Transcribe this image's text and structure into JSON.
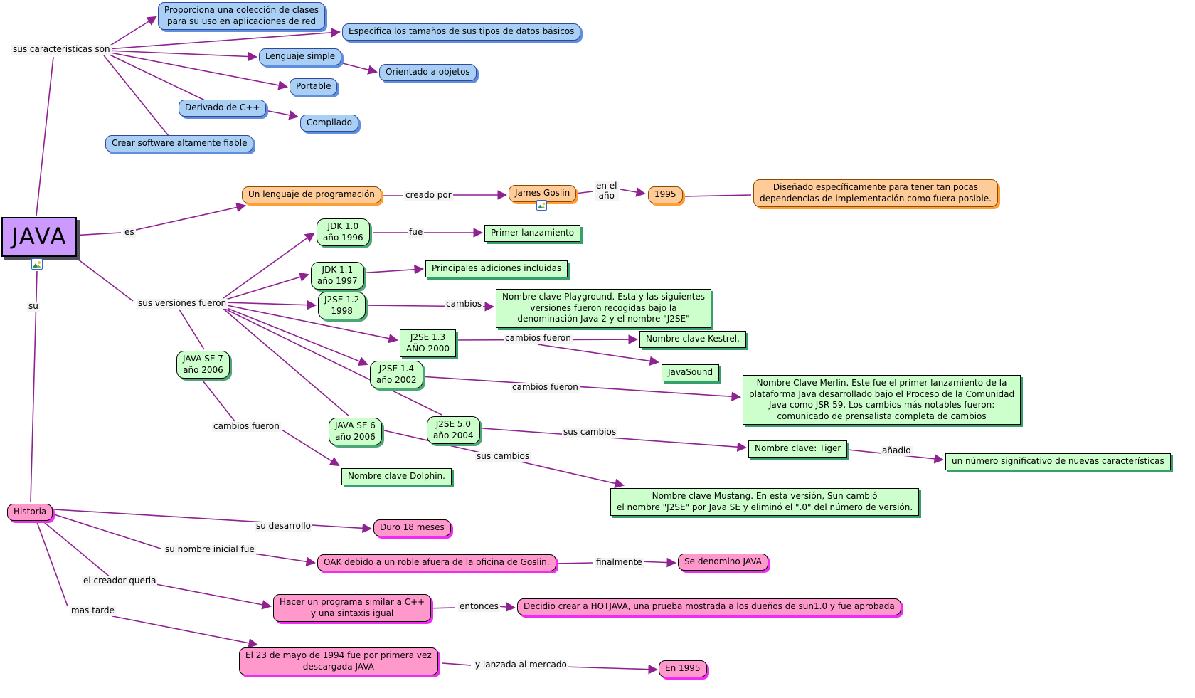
{
  "colors": {
    "line": "#8F2190",
    "blue_node": "#A9CFF5",
    "orange_node": "#FFCC99",
    "green_node": "#CCFFCC",
    "pink_node": "#FF99CC",
    "purple_node": "#CC99FF",
    "pink_shadow": "#F22BF2",
    "green_shadow": "#4CA677"
  },
  "java": {
    "label": "JAVA",
    "attachment_icon": "picture-icon"
  },
  "characteristics": {
    "link": "sus caracteristicas son",
    "proporciona": "Proporciona una colección de clases\npara su uso en aplicaciones de red",
    "especifica": "Especifica los tamaños de sus tipos de datos básicos",
    "lenguaje_simple": "Lenguaje simple",
    "orientado": "Orientado a objetos",
    "portable": "Portable",
    "derivado": "Derivado de C++",
    "compilado": "Compilado",
    "fiable": "Crear software altamente fiable"
  },
  "definition": {
    "link_es": "es",
    "lenguaje": "Un lenguaje de programación",
    "link_creado_por": "creado por",
    "creador": "James Goslin",
    "creador_icon": "picture-icon",
    "link_en_el_ano": "en el\naño",
    "ano": "1995",
    "diseno": "Diseñado específicamente para tener tan pocas\ndependencias de implementación como fuera posible."
  },
  "versions": {
    "link": "sus versiones fueron",
    "jdk10": "JDK 1.0\naño 1996",
    "link_fue": "fue",
    "primer_lanzamiento": "Primer lanzamiento",
    "jdk11": "JDK 1.1\naño 1997",
    "principales": "Principales adiciones incluidas",
    "j2se12": "J2SE 1.2\n1998",
    "link_cambios": "cambios",
    "playground": "Nombre clave Playground. Esta y las siguientes\nversiones fueron recogidas bajo la\ndenominación Java 2 y el nombre \"J2SE\"",
    "j2se13": "J2SE 1.3\nAÑO 2000",
    "link_cambios_fueron_1": "cambios fueron",
    "kestrel": "Nombre clave Kestrel.",
    "javasound": "JavaSound",
    "j2se14": "J2SE 1.4\naño 2002",
    "link_cambios_fueron_2": "cambios fueron",
    "merlin": "Nombre Clave Merlin. Este fue el primer lanzamiento de la\nplataforma Java desarrollado bajo el Proceso de la Comunidad\nJava como JSR 59. Los cambios más notables fueron:\ncomunicado de prensalista completa de cambios",
    "javase7": "JAVA SE 7\naño 2006",
    "link_cambios_fueron_3": "cambios fueron",
    "dolphin": "Nombre clave Dolphin.",
    "javase6": "JAVA SE 6\naño 2006",
    "j2se50": "J2SE 5.0\naño 2004",
    "link_sus_cambios_1": "sus cambios",
    "tiger": "Nombre clave: Tiger",
    "link_anadio": "añadio",
    "caracteristicas_nuevas": "un número significativo de nuevas características",
    "link_sus_cambios_2": "sus cambios",
    "mustang": "Nombre clave Mustang. En esta versión, Sun cambió\nel nombre \"J2SE\" por Java SE y eliminó el \".0\" del número de versión."
  },
  "historia": {
    "link_su": "su",
    "titulo": "Historia",
    "link_su_desarrollo": "su desarrollo",
    "duracion": "Duro 18 meses",
    "link_nombre_inicial": "su nombre inicial fue",
    "oak": "OAK debido a un roble afuera de la oficina de Goslin.",
    "link_finalmente": "finalmente",
    "denominacion": "Se denomino JAVA",
    "link_creador_queria": "el creador queria",
    "programa": "Hacer un programa similar a C++\ny una sintaxis igual",
    "link_entonces": "entonces",
    "hotjava": "Decidio crear a HOTJAVA, una prueba mostrada a los dueños de sun1.0 y fue aprobada",
    "link_mas_tarde": "mas tarde",
    "descarga": "El 23 de mayo de 1994 fue por primera vez\ndescargada JAVA",
    "link_lanzada": "y lanzada al mercado",
    "en_1995": "En 1995"
  }
}
